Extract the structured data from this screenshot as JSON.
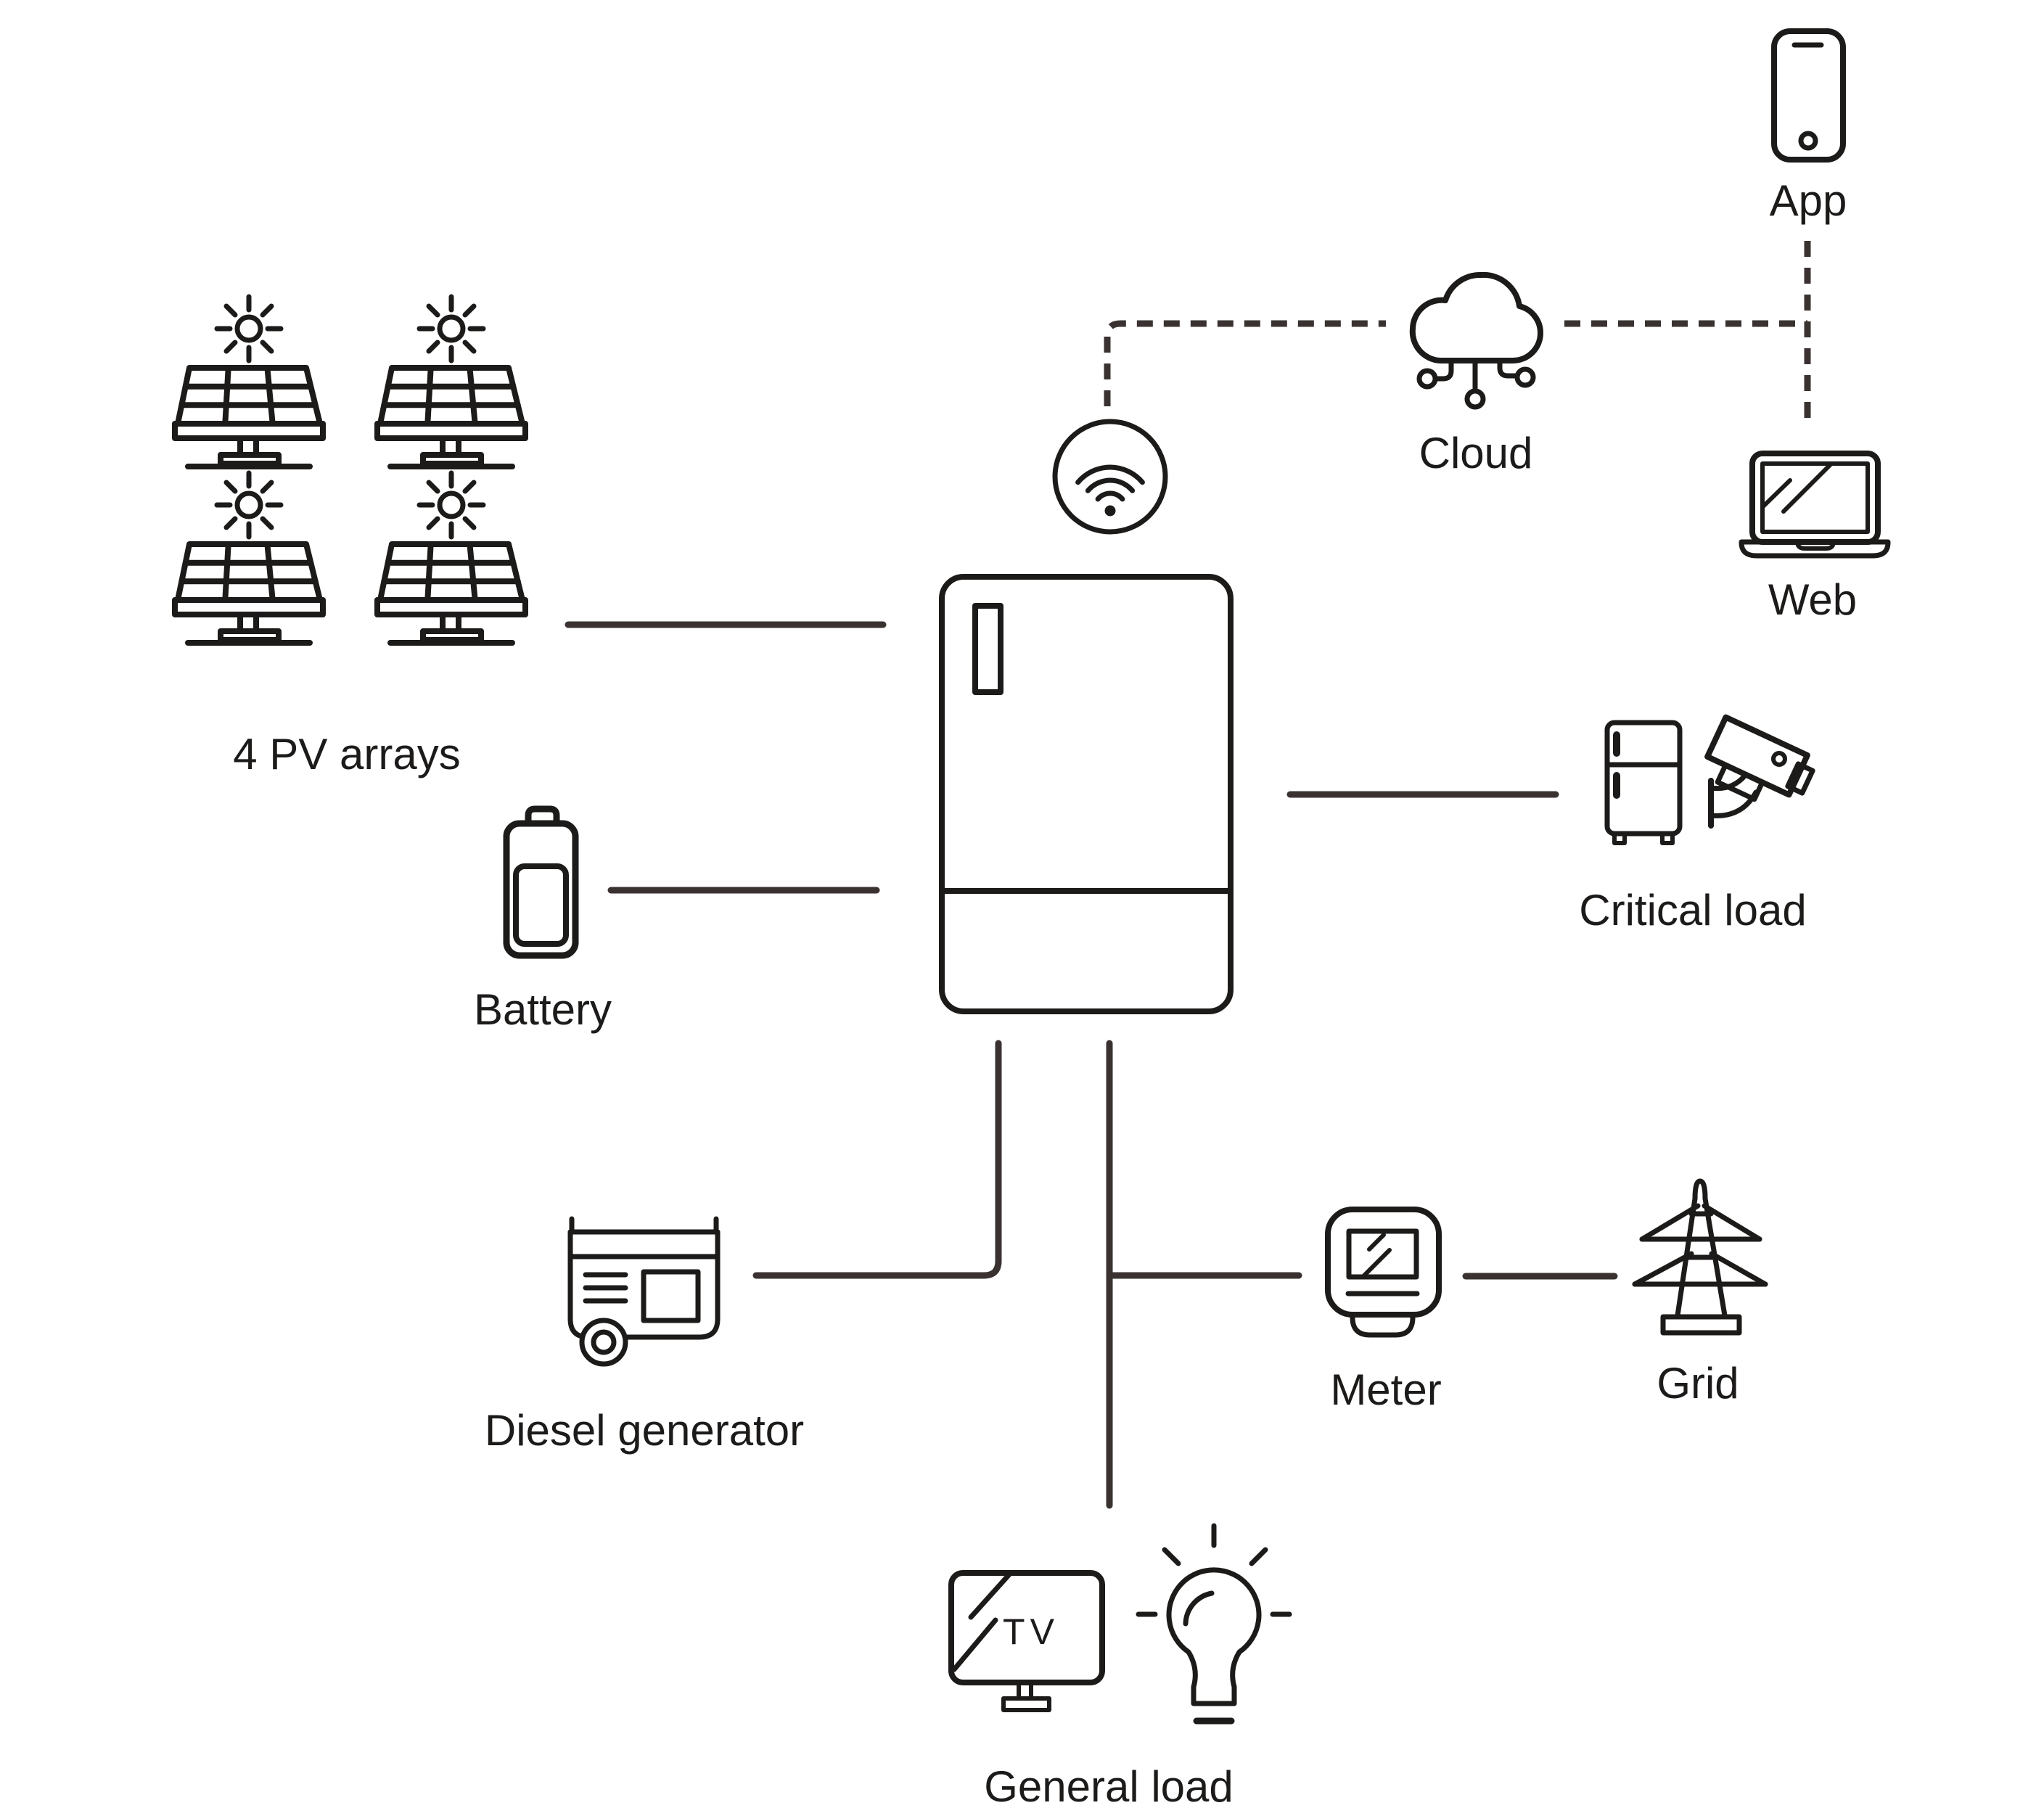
{
  "colors": {
    "icon": "#1d1b1a",
    "line": "#3a3231",
    "background": "#ffffff"
  },
  "nodes": {
    "pv": {
      "label": "4 PV arrays",
      "count": 4
    },
    "battery": {
      "label": "Battery"
    },
    "inverter": {
      "name": "inverter-with-wifi"
    },
    "cloud": {
      "label": "Cloud"
    },
    "app": {
      "label": "App"
    },
    "web": {
      "label": "Web"
    },
    "critical": {
      "label": "Critical load"
    },
    "diesel": {
      "label": "Diesel generator"
    },
    "meter": {
      "label": "Meter"
    },
    "grid": {
      "label": "Grid"
    },
    "general": {
      "label": "General load",
      "tv_text": "TV"
    }
  },
  "connections": {
    "solid": [
      {
        "from": "4 PV arrays",
        "to": "Inverter"
      },
      {
        "from": "Battery",
        "to": "Inverter"
      },
      {
        "from": "Inverter",
        "to": "Critical load"
      },
      {
        "from": "Inverter",
        "to": "Diesel generator"
      },
      {
        "from": "Inverter",
        "to": "General load"
      },
      {
        "from": "Inverter",
        "to": "Meter"
      },
      {
        "from": "Meter",
        "to": "Grid"
      }
    ],
    "dashed": [
      {
        "from": "Inverter (WiFi)",
        "to": "Cloud"
      },
      {
        "from": "Cloud",
        "to": "App"
      },
      {
        "from": "Cloud",
        "to": "Web"
      },
      {
        "from": "App",
        "to": "Web"
      }
    ]
  }
}
